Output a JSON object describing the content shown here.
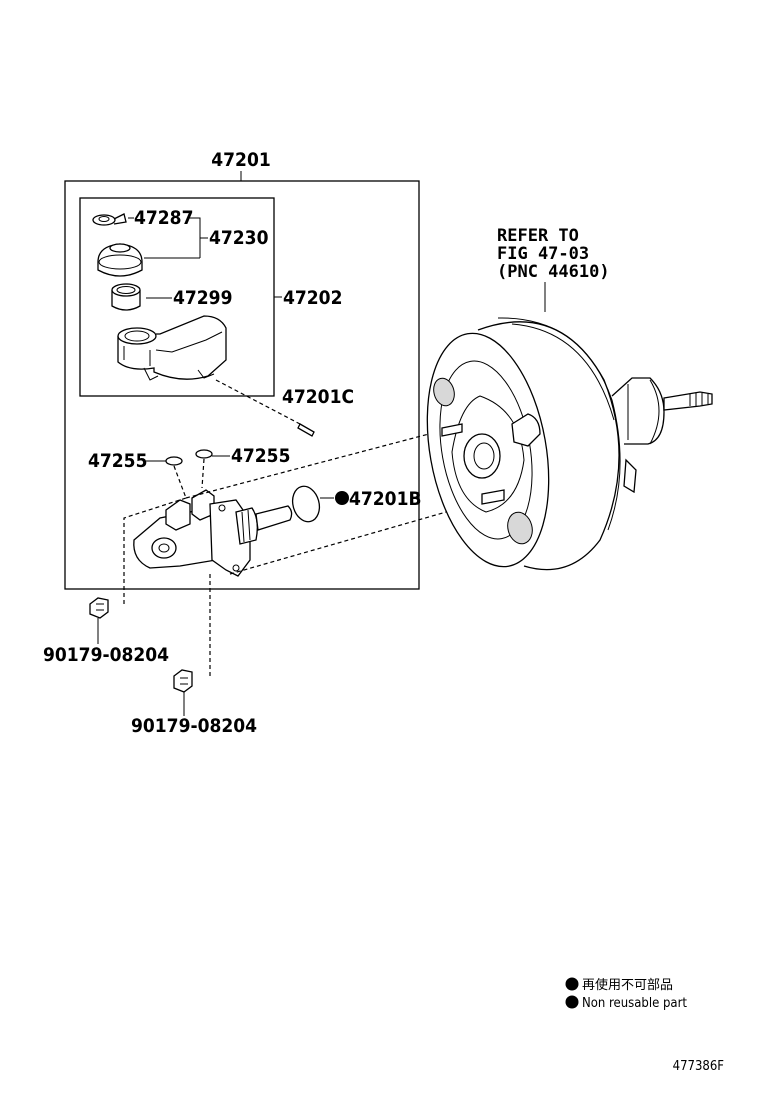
{
  "labels": {
    "assy": "47201",
    "clip": "47287",
    "cap_set": "47230",
    "strainer": "47299",
    "reservoir_set": "47202",
    "pin": "47201C",
    "grommet_left": "47255",
    "grommet_right": "47255",
    "oring": "47201B",
    "nut_upper": "90179-08204",
    "nut_lower": "90179-08204"
  },
  "refer": {
    "line1": "REFER TO",
    "line2": "FIG 47-03",
    "line3": "(PNC 44610)"
  },
  "legend": {
    "jp": "再使用不可部品",
    "en": "Non  reusable part"
  },
  "figure_id": "477386F"
}
